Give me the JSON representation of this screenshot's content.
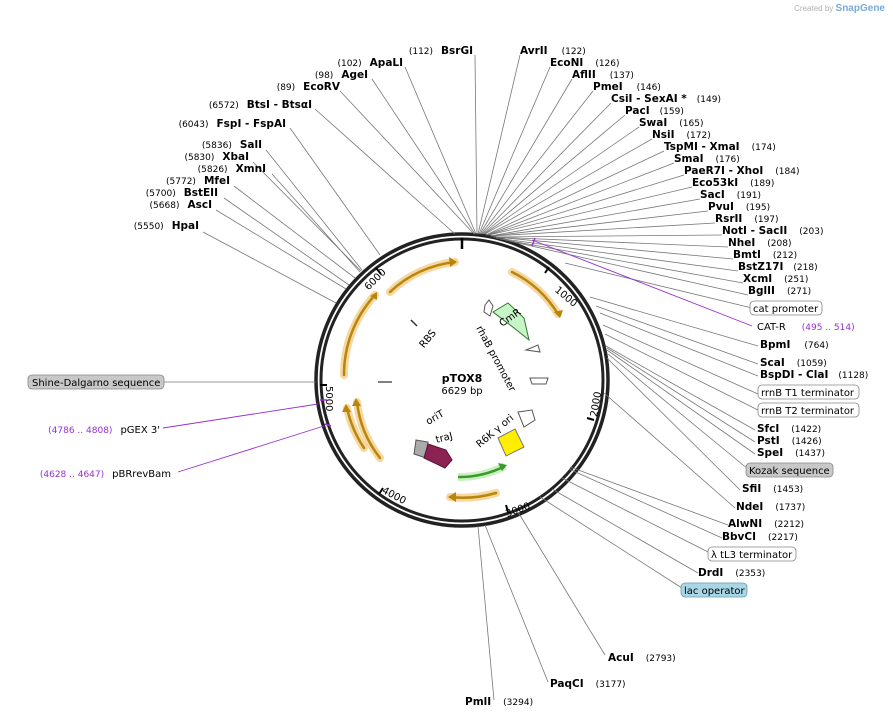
{
  "watermark": {
    "prefix": "Created by",
    "brand": "SnapGene"
  },
  "plasmid": {
    "name": "pTOX8",
    "length_label": "6629 bp",
    "length": 6629
  },
  "ruler": [
    "1000",
    "2000",
    "3000",
    "4000",
    "5000",
    "6000"
  ],
  "sites_right": [
    {
      "name": "AvrII",
      "pos": "(122)"
    },
    {
      "name": "EcoNI",
      "pos": "(126)"
    },
    {
      "name": "AflII",
      "pos": "(137)"
    },
    {
      "name": "PmeI",
      "pos": "(146)"
    },
    {
      "name": "CsiI - SexAI *",
      "pos": "(149)"
    },
    {
      "name": "PacI",
      "pos": "(159)"
    },
    {
      "name": "SwaI",
      "pos": "(165)"
    },
    {
      "name": "NsiI",
      "pos": "(172)"
    },
    {
      "name": "TspMI - XmaI",
      "pos": "(174)"
    },
    {
      "name": "SmaI",
      "pos": "(176)"
    },
    {
      "name": "PaeR7I - XhoI",
      "pos": "(184)"
    },
    {
      "name": "Eco53kI",
      "pos": "(189)"
    },
    {
      "name": "SacI",
      "pos": "(191)"
    },
    {
      "name": "PvuI",
      "pos": "(195)"
    },
    {
      "name": "RsrII",
      "pos": "(197)"
    },
    {
      "name": "NotI - SacII",
      "pos": "(203)"
    },
    {
      "name": "NheI",
      "pos": "(208)"
    },
    {
      "name": "BmtI",
      "pos": "(212)"
    },
    {
      "name": "BstZ17I",
      "pos": "(218)"
    },
    {
      "name": "XcmI",
      "pos": "(251)"
    },
    {
      "name": "BglII",
      "pos": "(271)"
    }
  ],
  "features_right_1": [
    {
      "name": "cat promoter",
      "style": "box"
    },
    {
      "name": "CAT-R",
      "pos": "(495 .. 514)",
      "style": "primer"
    }
  ],
  "sites_right_2": [
    {
      "name": "BpmI",
      "pos": "(764)"
    },
    {
      "name": "ScaI",
      "pos": "(1059)"
    },
    {
      "name": "BspDI - ClaI",
      "pos": "(1128)"
    }
  ],
  "features_right_2": [
    {
      "name": "rrnB T1 terminator",
      "style": "box"
    },
    {
      "name": "rrnB T2 terminator",
      "style": "box"
    }
  ],
  "sites_right_3": [
    {
      "name": "SfcI",
      "pos": "(1422)"
    },
    {
      "name": "PstI",
      "pos": "(1426)"
    },
    {
      "name": "SpeI",
      "pos": "(1437)"
    }
  ],
  "kozak": "Kozak sequence",
  "sites_right_4": [
    {
      "name": "SfiI",
      "pos": "(1453)"
    },
    {
      "name": "NdeI",
      "pos": "(1737)"
    },
    {
      "name": "AlwNI",
      "pos": "(2212)"
    },
    {
      "name": "BbvCI",
      "pos": "(2217)"
    }
  ],
  "tl3": "λ tL3 terminator",
  "drdi": {
    "name": "DrdI",
    "pos": "(2353)"
  },
  "lac_operator": "lac operator",
  "sites_bottom": [
    {
      "name": "AcuI",
      "pos": "(2793)"
    },
    {
      "name": "PaqCI",
      "pos": "(3177)"
    },
    {
      "name": "PmlI",
      "pos": "(3294)"
    }
  ],
  "sites_left": [
    {
      "name": "BsrGI",
      "pos": "(112)"
    },
    {
      "name": "ApaLI",
      "pos": "(102)"
    },
    {
      "name": "AgeI",
      "pos": "(98)"
    },
    {
      "name": "EcoRV",
      "pos": "(89)"
    },
    {
      "name": "BtsI - BtsαI",
      "pos": "(6572)"
    },
    {
      "name": "FspI - FspAI",
      "pos": "(6043)"
    },
    {
      "name": "SalI",
      "pos": "(5836)"
    },
    {
      "name": "XbaI",
      "pos": "(5830)"
    },
    {
      "name": "XmnI",
      "pos": "(5826)"
    },
    {
      "name": "MfeI",
      "pos": "(5772)"
    },
    {
      "name": "BstEII",
      "pos": "(5700)"
    },
    {
      "name": "AscI",
      "pos": "(5668)"
    },
    {
      "name": "HpaI",
      "pos": "(5550)"
    }
  ],
  "shine_dalgarno": "Shine-Dalgarno sequence",
  "primers_left": [
    {
      "name": "pGEX 3'",
      "pos": "(4786 .. 4808)"
    },
    {
      "name": "pBRrevBam",
      "pos": "(4628 .. 4647)"
    }
  ],
  "inner_labels": {
    "cmr": "CmR",
    "rhab": "rhaB promoter",
    "rbs": "RBS",
    "orit": "oriT",
    "traj": "traJ",
    "r6k": "R6K γ ori"
  },
  "colors": {
    "orf": "#f3a93a",
    "cmr": "#c8f5c8",
    "trai": "#8b2252",
    "r6k": "#ffee00",
    "primer": "#9a2fd0",
    "lac": "#a9d6e5",
    "grey_box": "#c8c8c8"
  }
}
